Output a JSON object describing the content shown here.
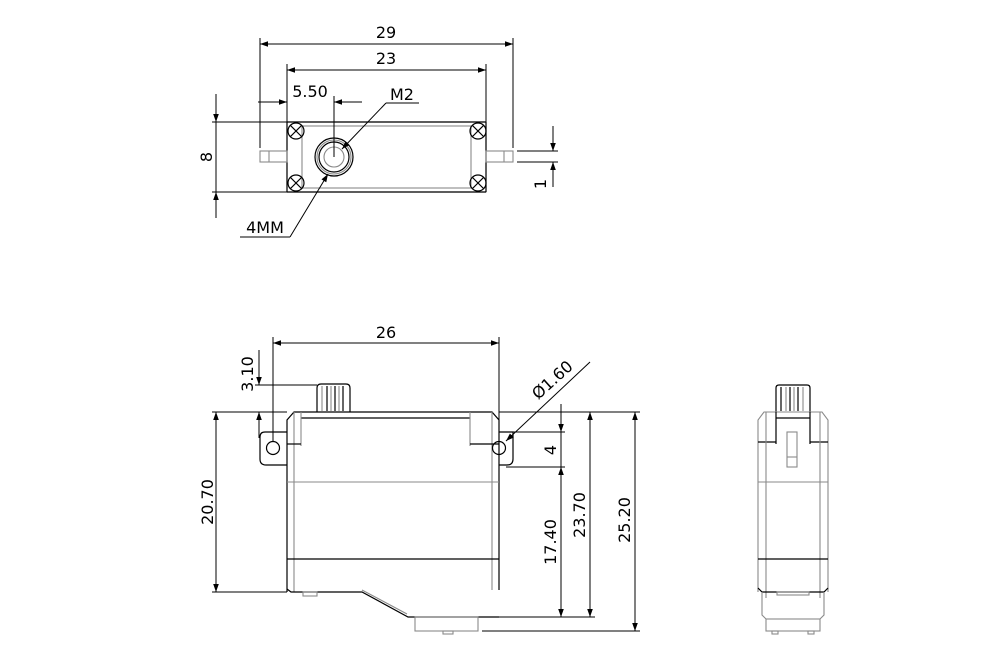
{
  "drawing": {
    "subject": "micro servo dimension drawing",
    "units": "mm",
    "top_view": {
      "dimensions": {
        "overall_width": "29",
        "body_width": "23",
        "shaft_offset": "5.50",
        "height": "8",
        "tab_thickness": "1"
      },
      "callouts": {
        "screw": "M2",
        "shaft": "4MM"
      }
    },
    "side_view": {
      "dimensions": {
        "hole_spacing": "26",
        "spline_height": "3.10",
        "hole_diameter": "Ø1.60",
        "tab_height": "4",
        "body_height": "20.70",
        "tab_to_bottom": "17.40",
        "top_to_bottom": "23.70",
        "overall_height": "25.20"
      }
    },
    "end_view": {}
  }
}
